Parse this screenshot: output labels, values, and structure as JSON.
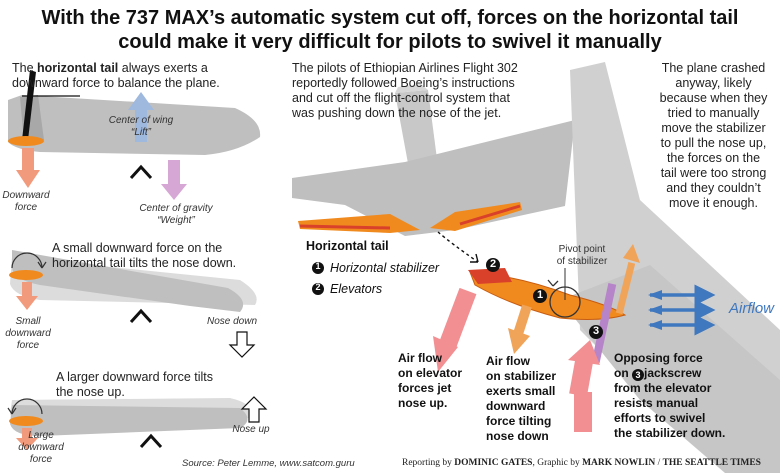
{
  "title_line1": "With the 737 MAX’s automatic system cut off, forces on the horizontal tail",
  "title_line2": "could make it very difficult for pilots to swivel it manually",
  "panel1": {
    "text_pre": "The ",
    "text_bold": "horizontal tail",
    "text_post": " always exerts a",
    "text_line2": "downward force to balance the plane.",
    "lift_line1": "Center of wing",
    "lift_line2": "“Lift”",
    "downward_line1": "Downward",
    "downward_line2": "force",
    "gravity_line1": "Center of gravity",
    "gravity_line2": "“Weight”"
  },
  "panel2": {
    "text_line1": "A small downward force on the",
    "text_line2": "horizontal tail tilts the nose down.",
    "small_line1": "Small",
    "small_line2": "downward",
    "small_line3": "force",
    "nose_down": "Nose down"
  },
  "panel3": {
    "text_line1": "A larger downward force tilts",
    "text_line2": "the nose up.",
    "large_line1": "Large",
    "large_line2": "downward",
    "large_line3": "force",
    "nose_up": "Nose up"
  },
  "center": {
    "text_line1": "The pilots of Ethiopian Airlines Flight 302",
    "text_line2": "reportedly followed Boeing’s instructions",
    "text_line3": "and cut off the flight-control system that",
    "text_line4": "was pushing down the nose of the jet.",
    "legend_title": "Horizontal tail",
    "legend_1": "Horizontal stabilizer",
    "legend_2": "Elevators",
    "num1": "1",
    "num2": "2",
    "num3": "3"
  },
  "right": {
    "text_line1": "The plane crashed",
    "text_line2": "anyway, likely",
    "text_line3": "because when they",
    "text_line4": "tried to manually",
    "text_line5": "move the stabilizer",
    "text_line6": "to pull the nose up,",
    "text_line7": "the forces on the",
    "text_line8": "tail were too strong",
    "text_line9": "and they couldn’t",
    "text_line10": "move it enough.",
    "pivot_line1": "Pivot point",
    "pivot_line2": "of stabilizer",
    "airflow": "Airflow",
    "elev_line1": "Air flow",
    "elev_line2": "on elevator",
    "elev_line3": "forces jet",
    "elev_line4": "nose up.",
    "stab_line1": "Air flow",
    "stab_line2": "on stabilizer",
    "stab_line3": "exerts small",
    "stab_line4": "downward",
    "stab_line5": "force tilting",
    "stab_line6": "nose down",
    "opp_line1": "Opposing force",
    "opp_line2_pre": "on ",
    "opp_line2_post": "jackscrew",
    "opp_line3": "from the elevator",
    "opp_line4": "resists manual",
    "opp_line5": "efforts to swivel",
    "opp_line6": "the stabilizer down."
  },
  "footer": {
    "source": "Source: Peter Lemme, www.satcom.guru",
    "reporting_pre": "Reporting by ",
    "reporter": "DOMINIC GATES",
    "graphic_pre": ", Graphic by ",
    "artist": "MARK NOWLIN",
    "sep": " / ",
    "paper": "THE SEATTLE TIMES"
  },
  "colors": {
    "plane_gray": "#bfbfbf",
    "plane_light": "#dcdcdc",
    "tail_orange": "#f08a1e",
    "elevator_red": "#d9412b",
    "lift_blue": "#9fb8de",
    "weight_purple": "#d6a6d4",
    "down_salmon": "#f29a7c",
    "airflow_blue": "#3f78bf",
    "pink_arrow": "#f28f92"
  }
}
